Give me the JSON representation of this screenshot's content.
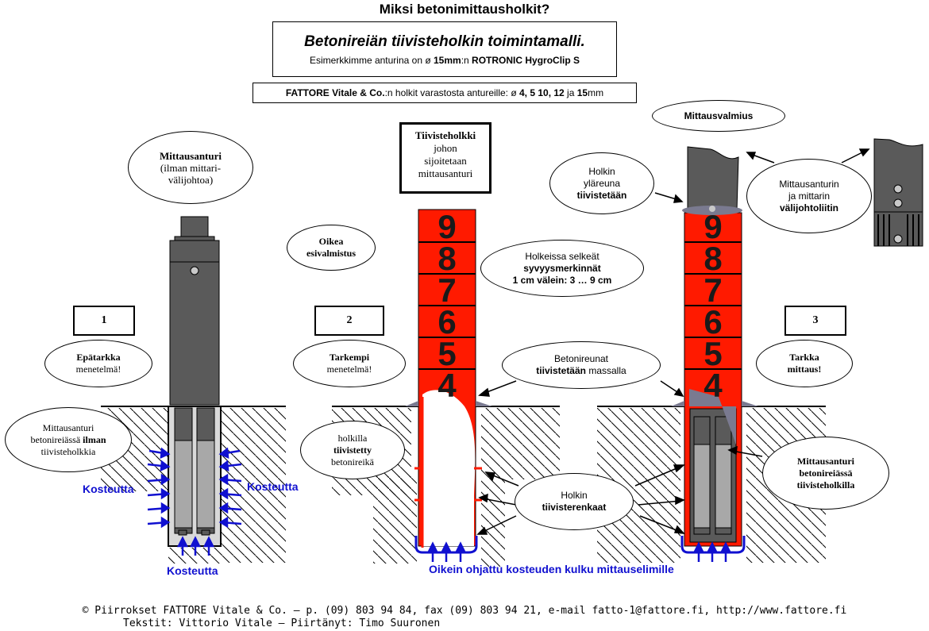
{
  "title": "Miksi betonimittausholkit?",
  "header": {
    "line1": "Betonireiän tiivisteholkin toimintamalli.",
    "line2_a": "Esimerkkimme anturina on ø ",
    "line2_b": "15mm",
    "line2_c": ":n ",
    "line2_d": "ROTRONIC HygroClip S"
  },
  "stock": {
    "a": "FATTORE Vitale & Co.",
    "b": ":n holkit varastosta antureille: ø ",
    "c": "4, 5 10, 12",
    "d": " ja ",
    "e": "15",
    "f": "mm"
  },
  "steps": [
    "1",
    "2",
    "3"
  ],
  "bubbles": {
    "mittausanturi": {
      "l1": "Mittausanturi",
      "l2": "(ilman mittari-",
      "l3": "välijohtoa)"
    },
    "oikea": {
      "l1": "Oikea",
      "l2": "esivalmistus"
    },
    "epatarkka": {
      "l1": "Epätarkka",
      "l2": "menetelmä!"
    },
    "tarkempi": {
      "l1": "Tarkempi",
      "l2": "menetelmä!"
    },
    "tarkka": {
      "l1": "Tarkka",
      "l2": "mittaus!"
    },
    "ilman": {
      "l1": "Mittausanturi",
      "l2": "betonireiässä",
      "l2b": "ilman",
      "l3": "tiivisteholkkia"
    },
    "holkilla": {
      "l1": "holkilla",
      "l2": "tiivistetty",
      "l3": "betonireikä"
    },
    "merkinnat": {
      "l1": "Holkeissa selkeät",
      "l2": "syvyysmerkinnät",
      "l3": "1 cm välein: 3 … 9 cm"
    },
    "betonireunat": {
      "l1": "Betonireunat",
      "l2": "tiivistetään",
      "l2b": " massalla"
    },
    "renkaat": {
      "l1": "Holkin",
      "l2": "tiivisterenkaat"
    },
    "valmius": {
      "l1": "Mittausvalmius"
    },
    "ylareuna": {
      "l1": "Holkin",
      "l2": "yläreuna",
      "l3": "tiivistetään"
    },
    "liitin": {
      "l1": "Mittausanturin",
      "l2": "ja mittarin",
      "l3": "välijohtoliitin"
    },
    "holkilla3": {
      "l1": "Mittausanturi",
      "l2": "betonireiässä",
      "l3": "tiivisteholkilla"
    }
  },
  "tiivisteholkki": {
    "l1": "Tiivisteholkki",
    "l2": "johon",
    "l3": "sijoitetaan",
    "l4": "mittausanturi"
  },
  "depth_marks": [
    "9",
    "8",
    "7",
    "6",
    "5",
    "4"
  ],
  "kosteutta": "Kosteutta",
  "flow_caption": "Oikein ohjattu kosteuden kulku mittauselimille",
  "footer": {
    "l1": "© Piirrokset FATTORE Vitale & Co. – p. (09) 803 94 84, fax (09) 803 94 21, e-mail fatto-1@fattore.fi, http://www.fattore.fi",
    "l2": "Tekstit: Vittorio Vitale – Piirtänyt: Timo Suuronen"
  },
  "colors": {
    "sleeve": "#ff1a00",
    "sensor": "#5a5a5a",
    "moisture": "#1010d0",
    "seal": "#7a7a90"
  }
}
